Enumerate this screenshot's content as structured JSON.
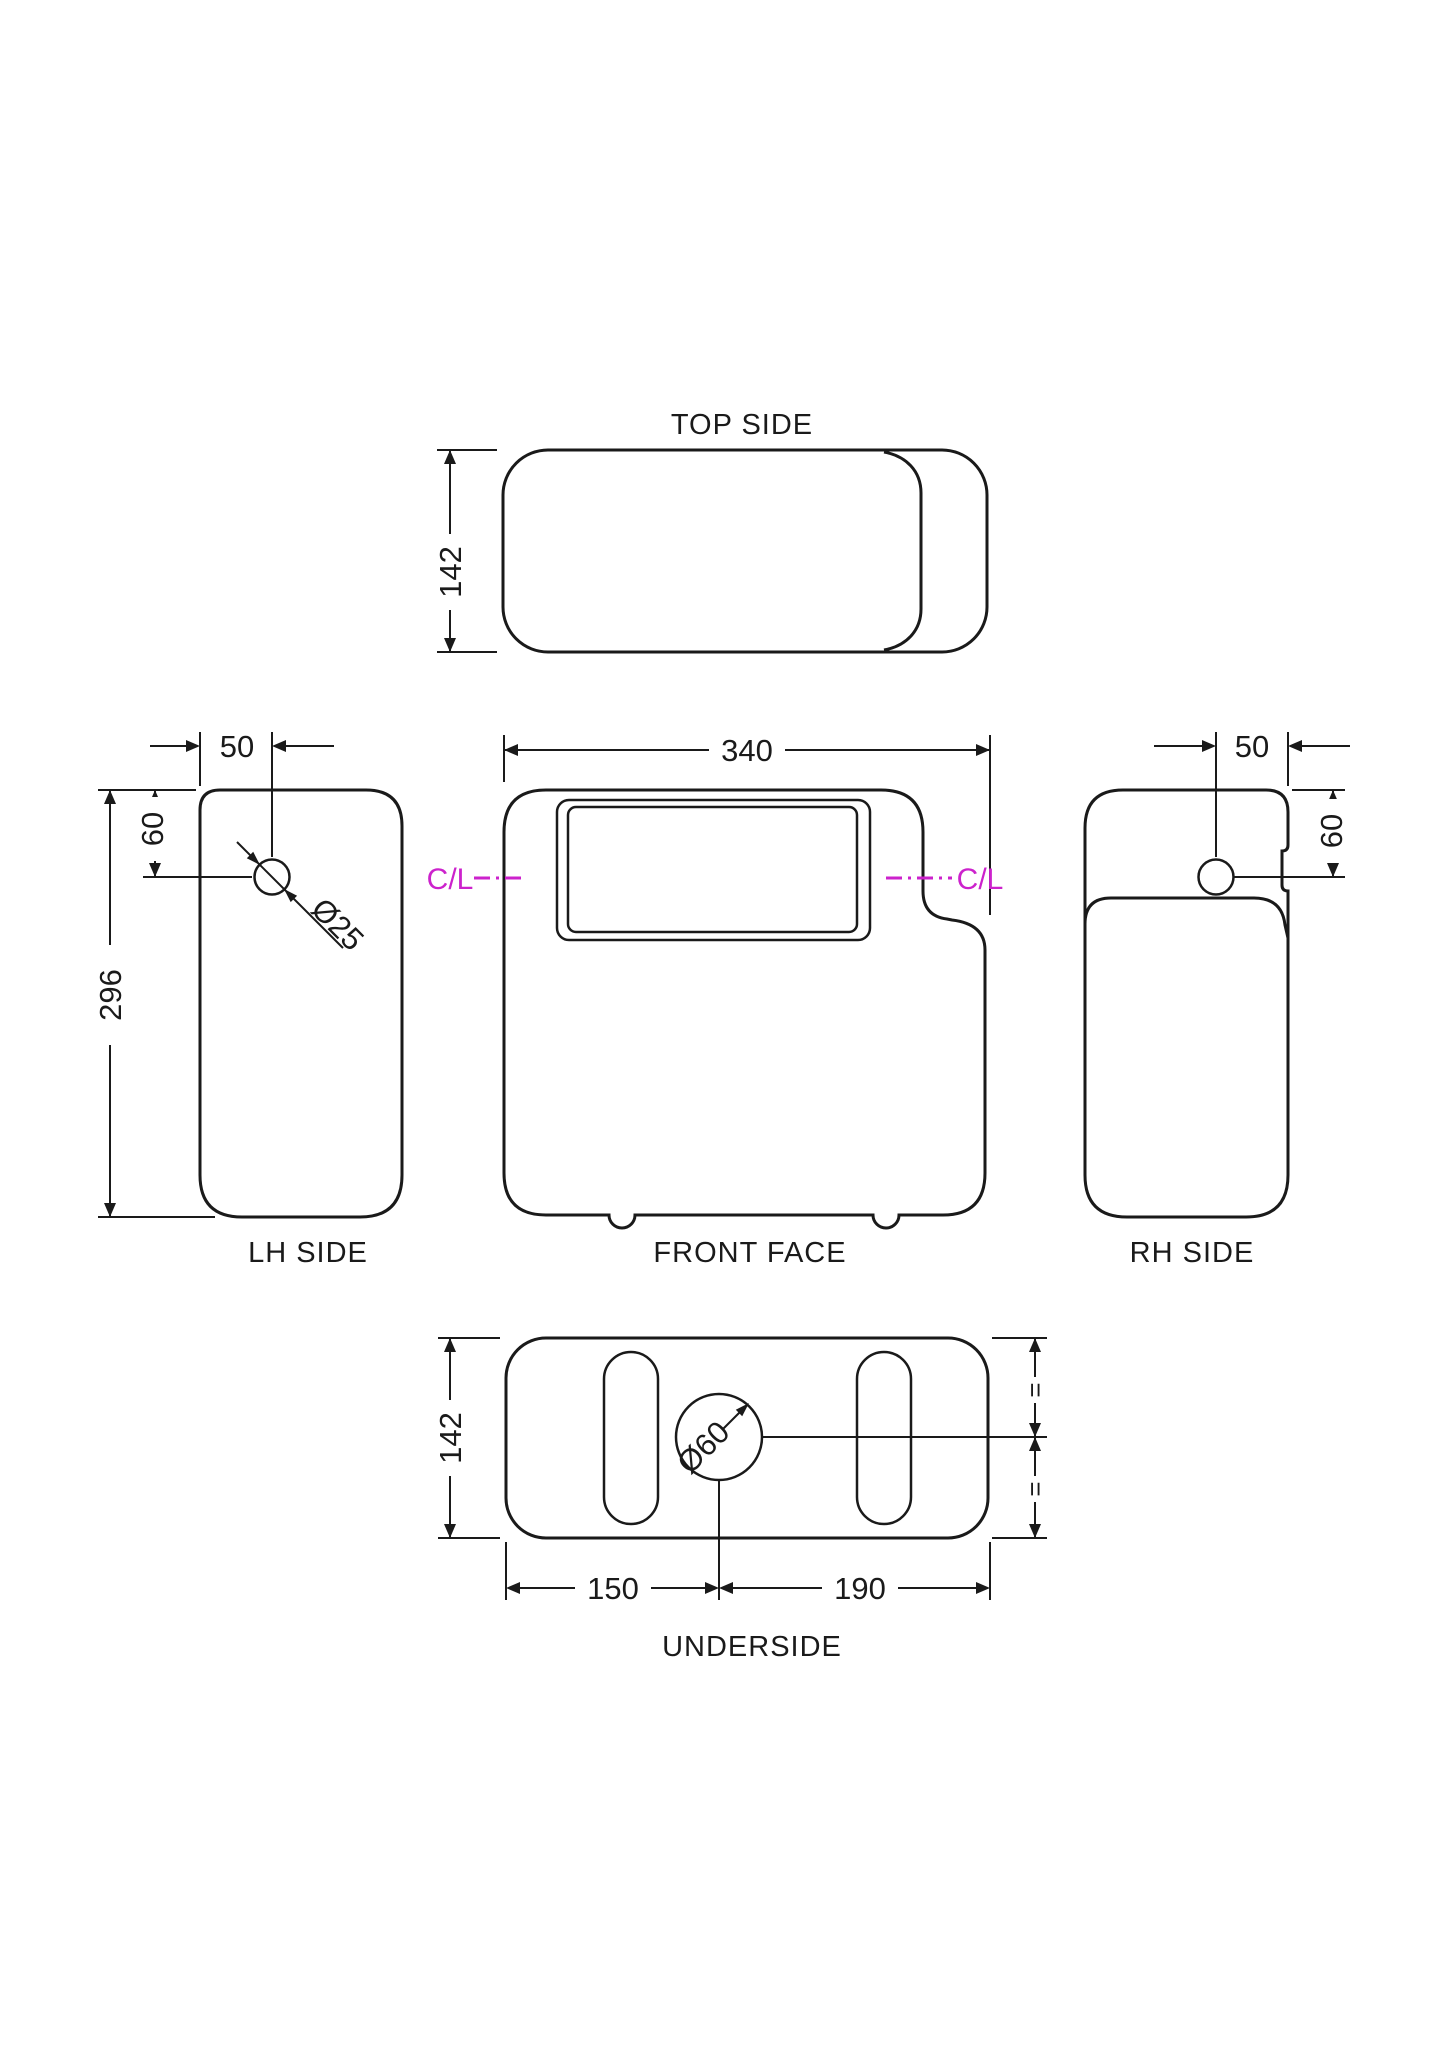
{
  "colors": {
    "line": "#1a1a1a",
    "centerline": "#cc22cc",
    "background": "#ffffff"
  },
  "views": {
    "top": {
      "label": "TOP SIDE",
      "depth": "142"
    },
    "lh": {
      "label": "LH SIDE",
      "height": "296",
      "hole_offset": "50",
      "hole_drop": "60",
      "hole_dia": "Ø25"
    },
    "front": {
      "label": "FRONT FACE",
      "width": "340",
      "centerline_left": "C/L",
      "centerline_right": "C/L"
    },
    "rh": {
      "label": "RH SIDE",
      "hole_offset": "50",
      "hole_drop": "60"
    },
    "under": {
      "label": "UNDERSIDE",
      "depth": "142",
      "hole_to_left": "150",
      "hole_to_right": "190",
      "hole_dia": "Ø60",
      "equal_top": "=",
      "equal_bottom": "="
    }
  }
}
